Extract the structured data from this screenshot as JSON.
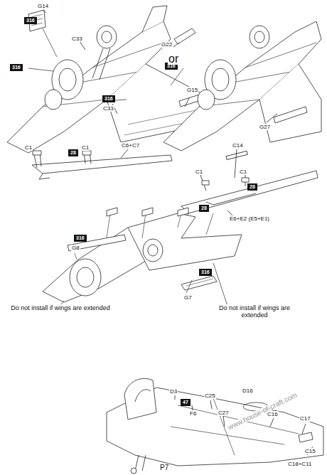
{
  "diagram": {
    "nodes": [
      {
        "text": [
          "316"
        ]
      },
      {
        "text": [
          "316"
        ]
      },
      {
        "text": [
          "316"
        ]
      },
      {
        "text": [
          "316"
        ]
      },
      {
        "text": [
          "28"
        ]
      },
      {
        "text": [
          "28"
        ]
      },
      {
        "text": [
          "28"
        ]
      },
      {
        "text": [
          "316"
        ]
      },
      {
        "text": [
          "316"
        ]
      },
      {
        "text": [
          "47"
        ]
      }
    ],
    "labels": [
      "G14",
      "C33",
      "C33",
      "G15",
      "or",
      "G22",
      "G27",
      "C1",
      "C1",
      "C6+C7",
      "C14",
      "C1",
      "C1",
      "E6+E2 (E5+E1)",
      "G8",
      "G7",
      "Do not install if wings are extended",
      "Do not install if wings are extended",
      "D3",
      "F6",
      "C25",
      "C27",
      "D16",
      "C16",
      "C17",
      "C15",
      "C18+C11",
      "www.house-of-craft.com",
      "P7"
    ]
  }
}
